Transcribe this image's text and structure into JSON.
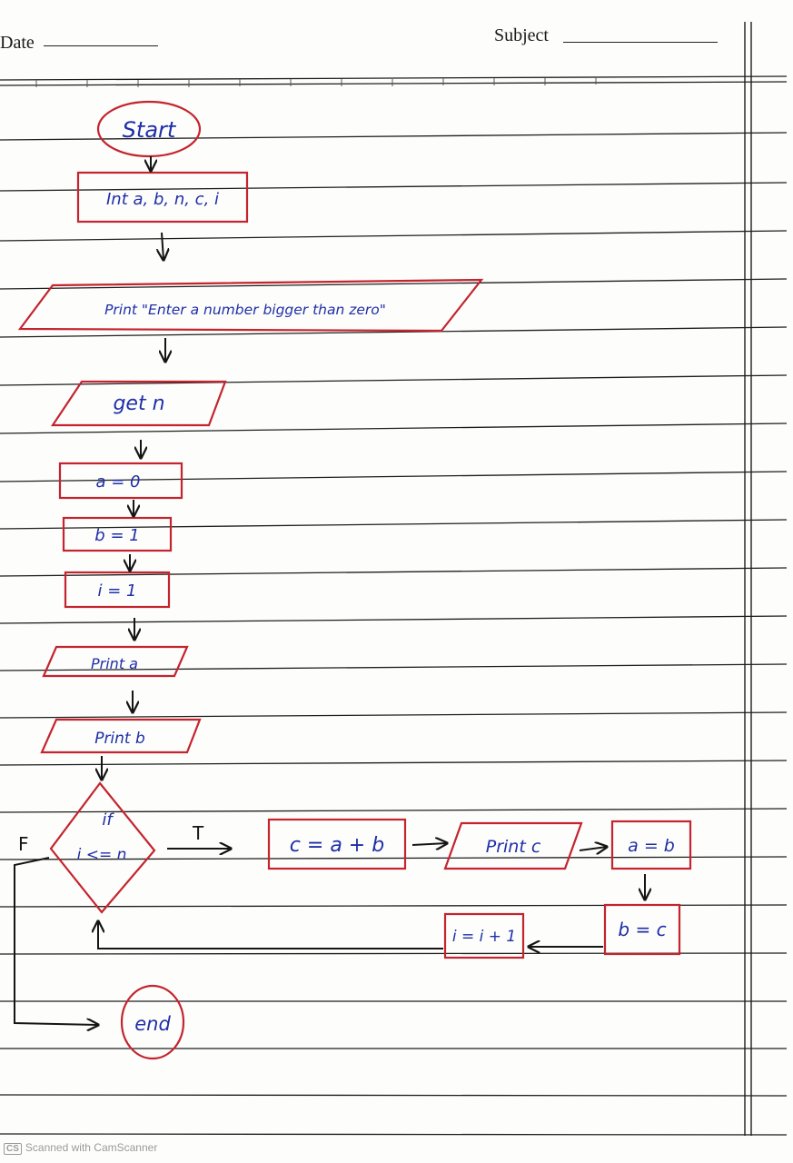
{
  "header": {
    "date_label": "Date",
    "subject_label": "Subject"
  },
  "flowchart": {
    "start": "Start",
    "declare": "Int a, b, n, c, i",
    "prompt": "Print \"Enter a number bigger than zero\"",
    "input": "get n",
    "init_a": "a = 0",
    "init_b": "b = 1",
    "init_i": "i = 1",
    "print_a": "Print a",
    "print_b": "Print b",
    "decision_line1": "if",
    "decision_line2": "i <= n",
    "true_label": "T",
    "false_label": "F",
    "calc_c": "c = a + b",
    "print_c": "Print c",
    "assign_a": "a = b",
    "assign_b": "b = c",
    "increment": "i = i + 1",
    "end": "end"
  },
  "footer": {
    "badge": "CS",
    "text": "Scanned with CamScanner"
  },
  "colors": {
    "ink": "#1f2fa8",
    "outline": "#c4242d",
    "arrow": "#151515",
    "rule": "#1e1e1e"
  }
}
